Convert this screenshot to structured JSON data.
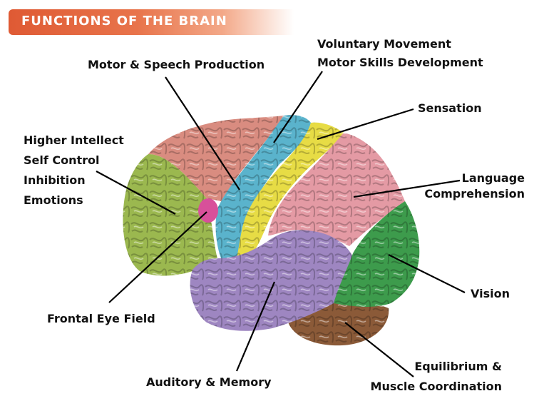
{
  "banner": {
    "title": "FUNCTIONS OF THE BRAIN"
  },
  "labels": {
    "motor_speech": "Motor & Speech Production",
    "voluntary": [
      "Voluntary Movement",
      "Motor Skills Development"
    ],
    "sensation": "Sensation",
    "higher": [
      "Higher Intellect",
      "Self Control",
      "Inhibition",
      "Emotions"
    ],
    "language": [
      "Language",
      "Comprehension"
    ],
    "vision": "Vision",
    "frontal_eye": "Frontal Eye Field",
    "auditory": "Auditory & Memory",
    "equilibrium": [
      "Equilibrium &",
      "Muscle Coordination"
    ]
  },
  "region_colors": {
    "frontal": "#9bb84f",
    "premotor": "#d98c80",
    "motor": "#5ab3cc",
    "sensory": "#e7dc45",
    "parietal": "#e49aa4",
    "temporal": "#9e86c1",
    "occipital": "#3d9b4c",
    "cerebellum": "#8b5a38",
    "frontal_eye_field": "#d8509a"
  }
}
